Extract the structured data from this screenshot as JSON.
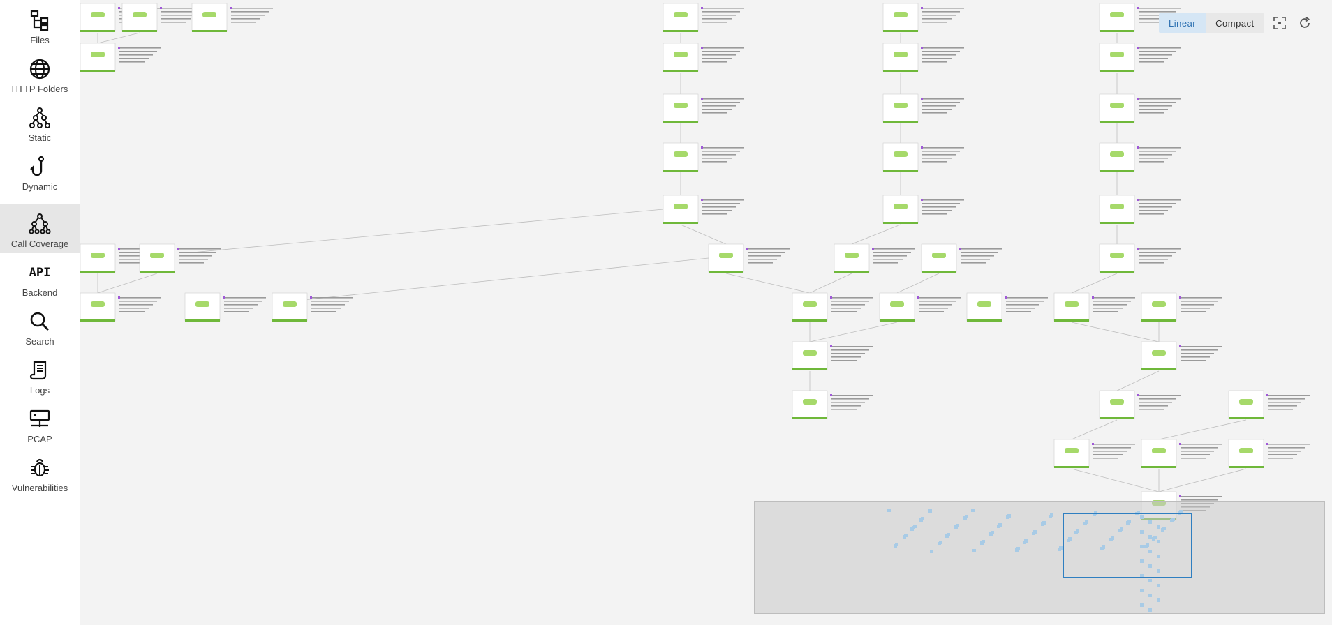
{
  "sidebar": {
    "items": [
      {
        "label": "Files",
        "icon": "files-icon",
        "active": false
      },
      {
        "label": "HTTP Folders",
        "icon": "globe-icon",
        "active": false
      },
      {
        "label": "Static",
        "icon": "static-graph-icon",
        "active": false
      },
      {
        "label": "Dynamic",
        "icon": "hook-icon",
        "active": false
      },
      {
        "label": "Call Coverage",
        "icon": "hierarchy-icon",
        "active": true
      },
      {
        "label": "Backend",
        "icon": "api-icon",
        "active": false
      },
      {
        "label": "Search",
        "icon": "search-icon",
        "active": false
      },
      {
        "label": "Logs",
        "icon": "scroll-icon",
        "active": false
      },
      {
        "label": "PCAP",
        "icon": "network-icon",
        "active": false
      },
      {
        "label": "Vulnerabilities",
        "icon": "bug-icon",
        "active": false
      }
    ],
    "api_glyph": "API"
  },
  "toolbar": {
    "linear_label": "Linear",
    "compact_label": "Compact",
    "active_mode": "Linear"
  },
  "colors": {
    "accent": "#2f7fc1",
    "node_bar": "#6fb83a",
    "selected_bg": "#d5e6f5"
  }
}
